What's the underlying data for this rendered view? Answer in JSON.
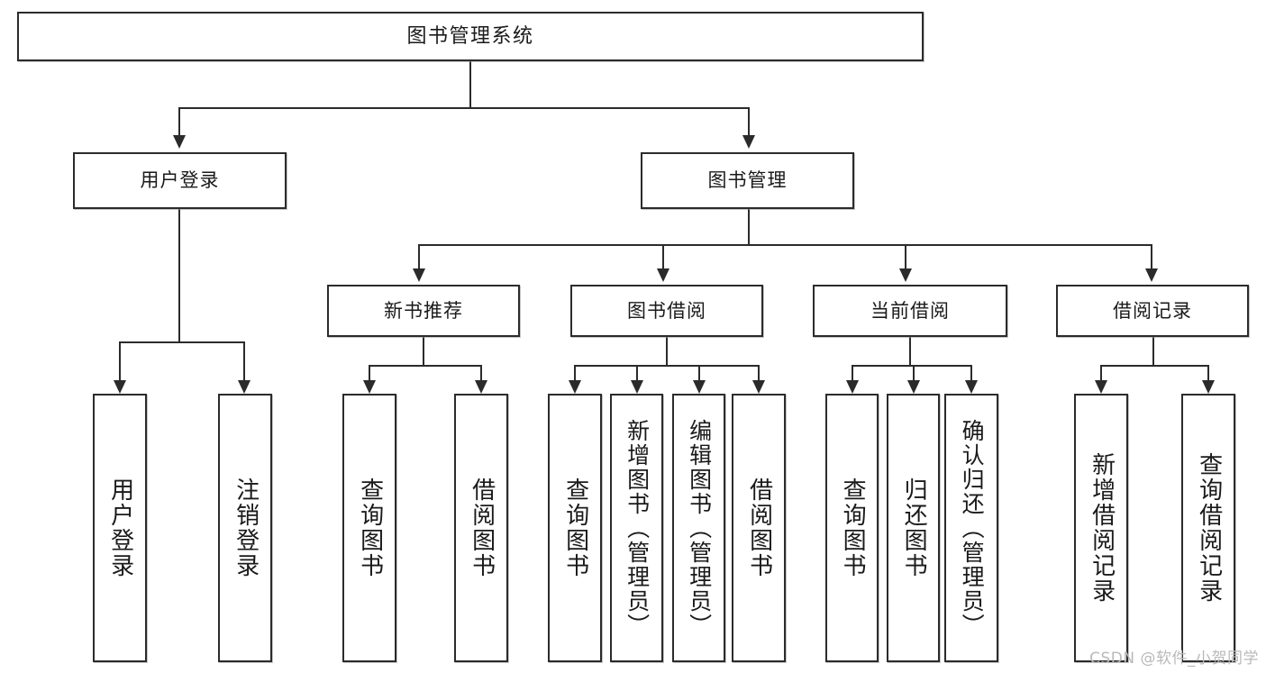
{
  "diagram": {
    "title": "图书管理系统",
    "type": "tree",
    "watermark": "CSDN @软件_小贺同学",
    "colors": {
      "box_border": "#2b2b2b",
      "box_fill": "#ffffff",
      "line": "#2b2b2b",
      "text": "#1a1a1a",
      "watermark": "#b9b9b9",
      "background": "#ffffff"
    },
    "levels": {
      "root": "图书管理系统",
      "level2": [
        "用户登录",
        "图书管理"
      ],
      "level3": [
        "新书推荐",
        "图书借阅",
        "当前借阅",
        "借阅记录"
      ]
    },
    "nodes": {
      "root": {
        "label": "图书管理系统"
      },
      "user_login": {
        "label": "用户登录"
      },
      "book_manage": {
        "label": "图书管理"
      },
      "new_book_rec": {
        "label": "新书推荐"
      },
      "book_borrow": {
        "label": "图书借阅"
      },
      "current_borrow": {
        "label": "当前借阅"
      },
      "borrow_record": {
        "label": "借阅记录"
      }
    },
    "leaves": {
      "user_login": [
        {
          "label": "用户登录"
        },
        {
          "label": "注销登录"
        }
      ],
      "new_book_rec": [
        {
          "label": "查询图书"
        },
        {
          "label": "借阅图书"
        }
      ],
      "book_borrow": [
        {
          "label": "查询图书"
        },
        {
          "label": "新增图书（管理员）"
        },
        {
          "label": "编辑图书（管理员）"
        },
        {
          "label": "借阅图书"
        }
      ],
      "current_borrow": [
        {
          "label": "查询图书"
        },
        {
          "label": "归还图书"
        },
        {
          "label": "确认归还（管理员）"
        }
      ],
      "borrow_record": [
        {
          "label": "新增借阅记录"
        },
        {
          "label": "查询借阅记录"
        }
      ]
    }
  }
}
